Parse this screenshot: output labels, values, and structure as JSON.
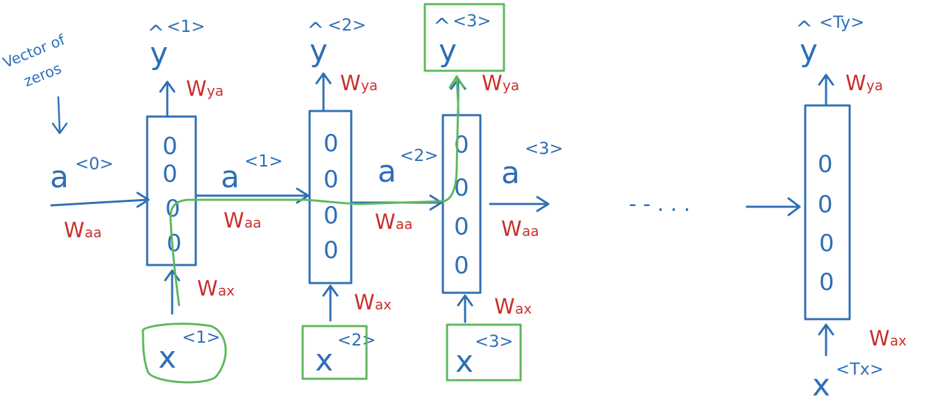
{
  "initial": {
    "note": [
      "Vector of",
      "zeros"
    ],
    "activation_base": "a",
    "activation_sup": "<0>"
  },
  "weights": {
    "aa": {
      "base": "W",
      "sub": "aa"
    },
    "ax": {
      "base": "W",
      "sub": "ax"
    },
    "ya": {
      "base": "W",
      "sub": "ya"
    }
  },
  "timesteps": [
    {
      "input_base": "x",
      "input_sup": "<1>",
      "output_hat": "^",
      "output_base": "y",
      "output_sup": "<1>",
      "act_base": "a",
      "act_sup": "<1>",
      "units": [
        "0",
        "0",
        "0",
        "0"
      ]
    },
    {
      "input_base": "x",
      "input_sup": "<2>",
      "output_hat": "^",
      "output_base": "y",
      "output_sup": "<2>",
      "act_base": "a",
      "act_sup": "<2>",
      "units": [
        "0",
        "0",
        "0",
        "0"
      ]
    },
    {
      "input_base": "x",
      "input_sup": "<3>",
      "output_hat": "^",
      "output_base": "y",
      "output_sup": "<3>",
      "act_base": "a",
      "act_sup": "<3>",
      "units": [
        "0",
        "0",
        "0",
        "0"
      ]
    }
  ],
  "final": {
    "input_base": "x",
    "input_sup": "<Tx>",
    "output_hat": "^",
    "output_base": "y",
    "output_sup": "<Ty>",
    "units": [
      "0",
      "0",
      "0",
      "0"
    ]
  },
  "ellipsis": "- - . . ."
}
